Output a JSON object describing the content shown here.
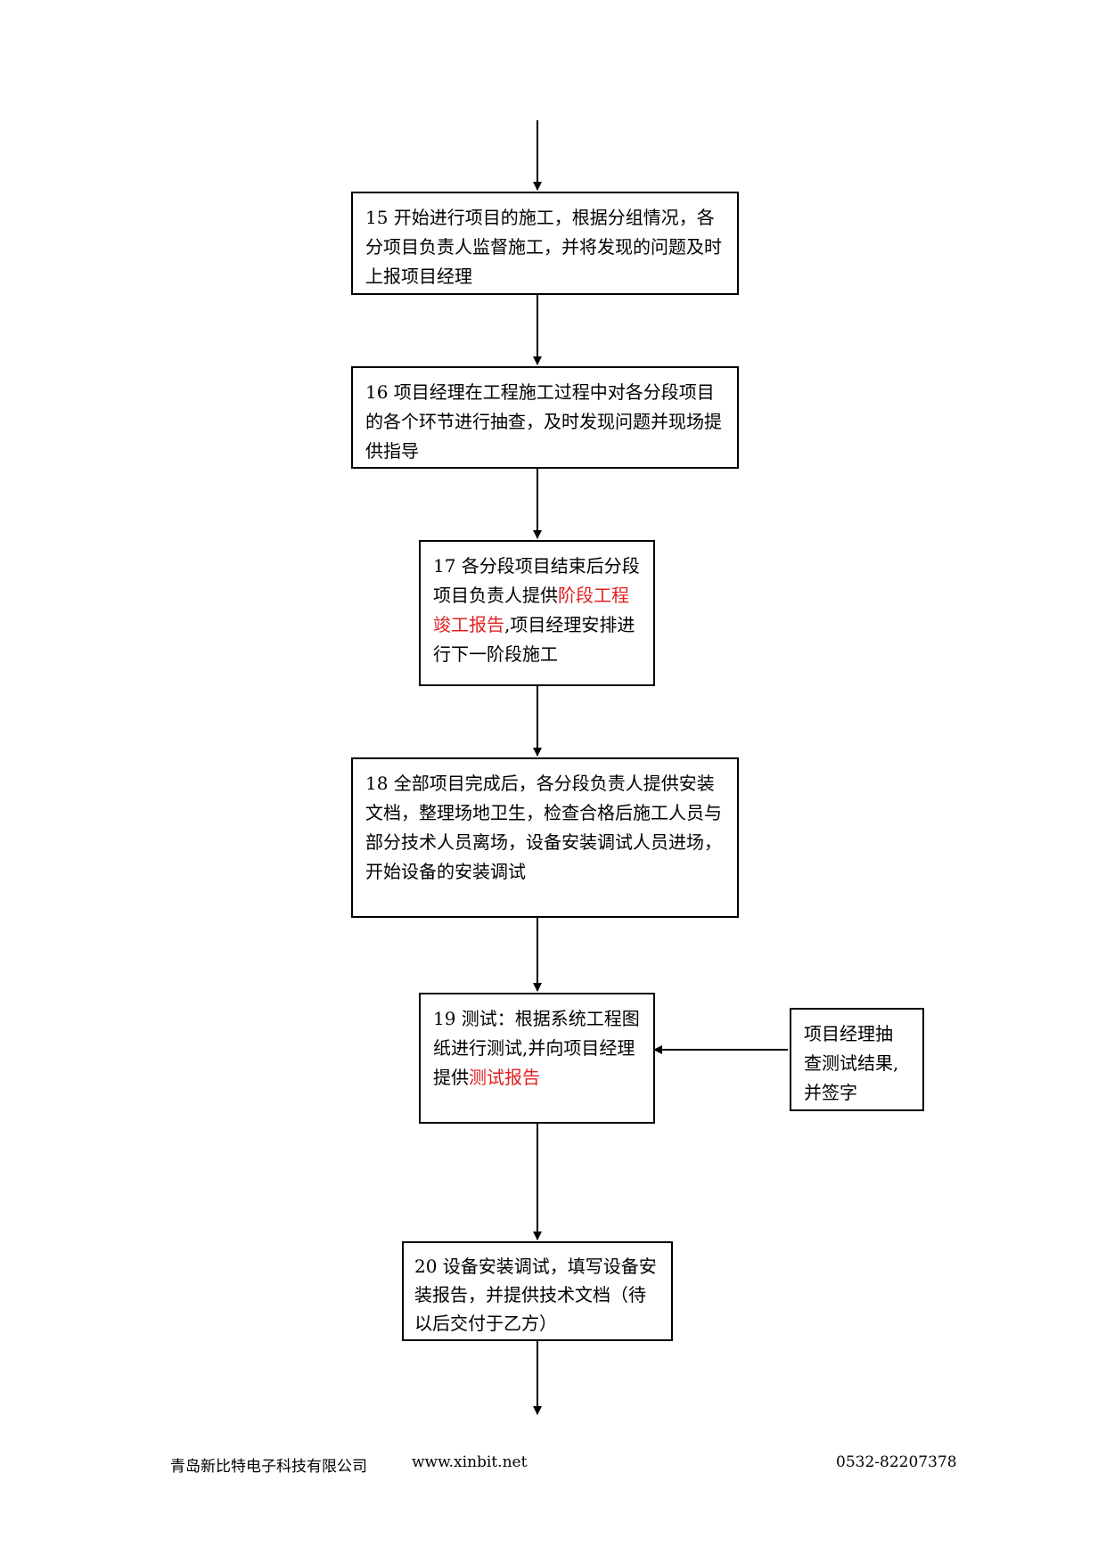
{
  "steps": {
    "s15": {
      "text": "15 开始进行项目的施工，根据分组情况，各分项目负责人监督施工，并将发现的问题及时上报项目经理"
    },
    "s16": {
      "text": "16 项目经理在工程施工过程中对各分段项目的各个环节进行抽查，及时发现问题并现场提供指导"
    },
    "s17": {
      "pre": "17 各分段项目结束后分段项目负责人提供",
      "highlight": "阶段工程竣工报告",
      "post": ",项目经理安排进行下一阶段施工"
    },
    "s18": {
      "text": "18 全部项目完成后，各分段负责人提供安装文档，整理场地卫生，检查合格后施工人员与部分技术人员离场，设备安装调试人员进场，开始设备的安装调试"
    },
    "s19": {
      "pre": "19 测试：根据系统工程图纸进行测试,并向项目经理提供",
      "highlight": "测试报告",
      "post": ""
    },
    "side": {
      "text": "项目经理抽查测试结果,并签字"
    },
    "s20": {
      "text": "20 设备安装调试，填写设备安装报告，并提供技术文档（待以后交付于乙方）"
    }
  },
  "colors": {
    "highlight": "#e02020",
    "line": "#000000"
  },
  "footer": {
    "company": "青岛新比特电子科技有限公司",
    "website": "www.xinbit.net",
    "phone": "0532-82207378"
  }
}
